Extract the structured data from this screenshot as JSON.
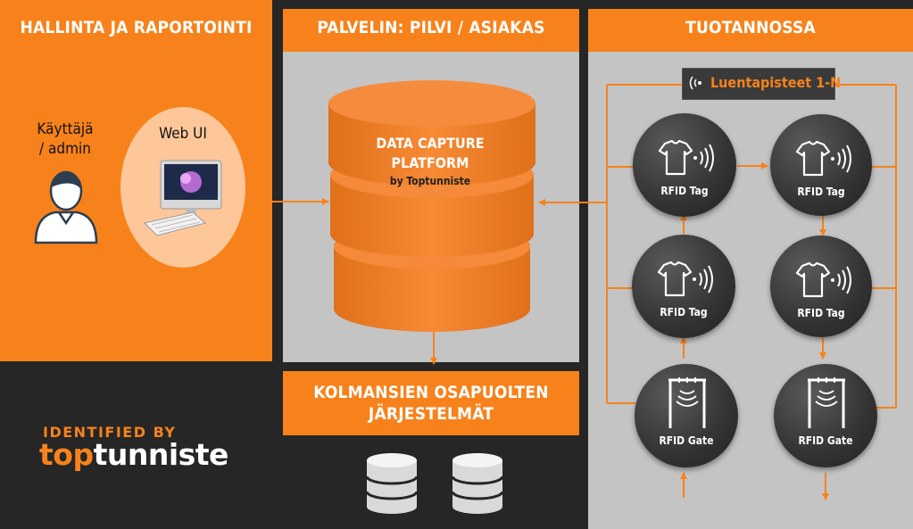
{
  "sections": {
    "management": {
      "title": "HALLINTA JA RAPORTOINTI",
      "user_label_1": "Käyttäjä",
      "user_label_2": "/ admin",
      "webui_label": "Web UI"
    },
    "server": {
      "title": "PALVELIN: PILVI / ASIAKAS",
      "db_line1": "DATA CAPTURE",
      "db_line2": "PLATFORM",
      "db_byline": "by Toptunniste"
    },
    "production": {
      "title": "TUOTANNOSSA",
      "reading_points": "Luentapisteet 1-N",
      "nodes": [
        "RFID Tag",
        "RFID Tag",
        "RFID Tag",
        "RFID Tag",
        "RFID Gate",
        "RFID Gate"
      ]
    },
    "third_party": {
      "title_line1": "KOLMANSIEN OSAPUOLTEN",
      "title_line2": "JÄRJESTELMÄT"
    },
    "brand": {
      "tagline": "IDENTIFIED BY",
      "name_a": "top",
      "name_b": "tunniste"
    }
  },
  "colors": {
    "orange": "#f7821b",
    "dark": "#262626",
    "panel_gray": "#c4c4c4",
    "node_dark": "#3d3d3d"
  },
  "icons": [
    "user-icon",
    "computer-icon",
    "database-icon",
    "tshirt-icon",
    "signal-icon",
    "gate-icon"
  ]
}
